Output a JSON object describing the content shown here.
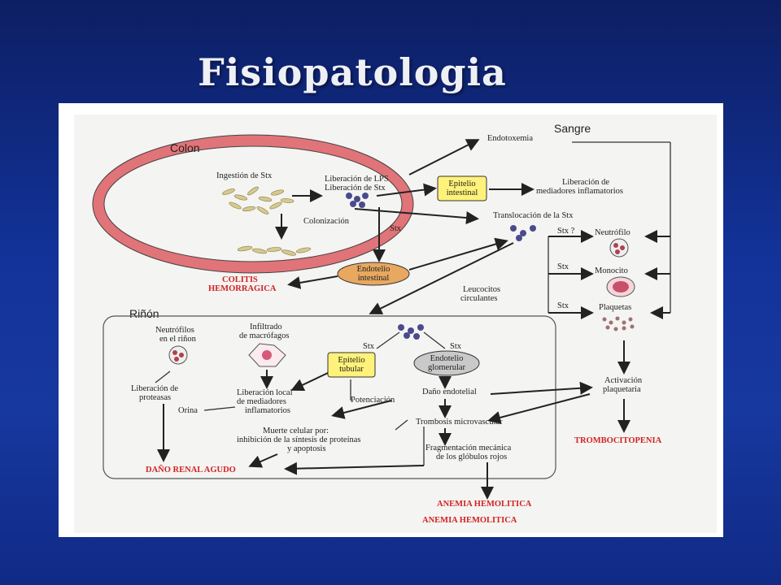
{
  "slide": {
    "title": "Fisiopatologia",
    "background_color": "#13339b"
  },
  "diagram": {
    "regions": {
      "colon": "Colon",
      "sangre": "Sangre",
      "rinon": "Riñón"
    },
    "colon": {
      "ingestion": "Ingestión de Stx",
      "liberacion_lps_1": "Liberación de LPS",
      "liberacion_lps_2": "Liberación de Stx",
      "colonizacion": "Colonización",
      "stx": "Stx",
      "epitelio_1": "Epitelio",
      "epitelio_2": "intestinal",
      "endotelio_1": "Endotelio",
      "endotelio_2": "intestinal",
      "colitis_1": "COLITIS",
      "colitis_2": "HEMORRAGICA"
    },
    "sangre": {
      "endotoxemia": "Endotoxemia",
      "liberacion_med_1": "Liberación de",
      "liberacion_med_2": "mediadores inflamatorios",
      "translocacion": "Translocación de la Stx",
      "stx_q": "Stx ?",
      "stx_a": "Stx",
      "stx_b": "Stx",
      "neutrofilo": "Neutrófilo",
      "monocito": "Monocito",
      "plaquetas": "Plaquetas",
      "leucocitos_1": "Leucocitos",
      "leucocitos_2": "circulantes",
      "activacion_1": "Activación",
      "activacion_2": "plaquetaria",
      "trombocitopenia": "TROMBOCITOPENIA"
    },
    "rinon": {
      "neutrofilos_1": "Neutrófilos",
      "neutrofilos_2": "en el riñon",
      "infiltrado_1": "Infiltrado",
      "infiltrado_2": "de macrófagos",
      "stx_left": "Stx",
      "stx_right": "Stx",
      "epitelio_1": "Epitelio",
      "epitelio_2": "tubular",
      "endotelio_1": "Endotelio",
      "endotelio_2": "glomerular",
      "liberacion_prot_1": "Liberación de",
      "liberacion_prot_2": "proteasas",
      "liberacion_local_1": "Liberación local",
      "liberacion_local_2": "de mediadores",
      "liberacion_local_3": "inflamatorios",
      "dano_endotelial": "Daño endotelial",
      "potenciacion": "Potenciación",
      "orina": "Orina",
      "trombosis": "Trombosis microvascular",
      "muerte_1": "Muerte celular por:",
      "muerte_2": "inhibición de la síntesis de proteínas",
      "muerte_3": "y apoptosis",
      "fragmentacion_1": "Fragmentación mecánica",
      "fragmentacion_2": "de los glóbulos rojos",
      "dano_renal": "DAÑO RENAL AGUDO"
    },
    "outcomes": {
      "anemia_1": "ANEMIA HEMOLITICA",
      "anemia_2": "ANEMIA HEMOLITICA"
    },
    "colors": {
      "colon_ring": "#e07478",
      "outcome_red": "#d22222",
      "epitelio_box": "#fff27a",
      "endotelio_box": "#e8a860",
      "glomerular_box": "#c9c9c9"
    }
  }
}
